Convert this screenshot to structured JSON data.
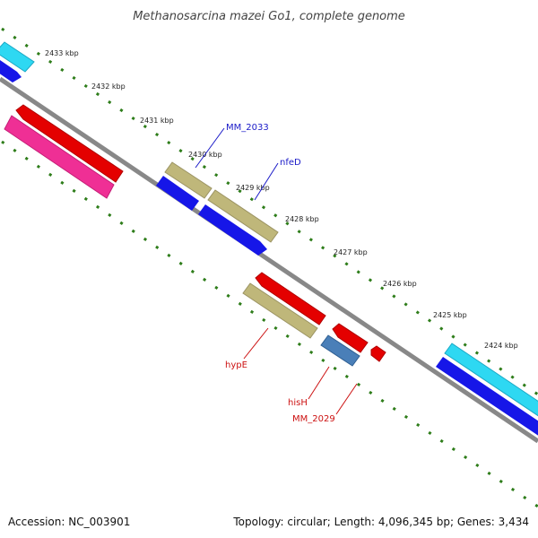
{
  "title": "Methanosarcina mazei Go1, complete genome",
  "footer": {
    "accession": "Accession: NC_003901",
    "topology": "Topology: circular; Length: 4,096,345 bp; Genes: 3,434"
  },
  "ticks": [
    "2433 kbp",
    "2432 kbp",
    "2431 kbp",
    "2430 kbp",
    "2429 kbp",
    "2428 kbp",
    "2427 kbp",
    "2426 kbp",
    "2425 kbp",
    "2424 kbp"
  ],
  "gene_labels": {
    "mm2033": "MM_2033",
    "nfed": "nfeD",
    "hype": "hypE",
    "hish": "hisH",
    "mm2029": "MM_2029"
  },
  "colors": {
    "backbone": "#888888",
    "tick_dots": "#2e7d1a",
    "blue": "#1616e8",
    "red": "#e40000",
    "pink": "#ef2f95",
    "khaki": "#bfb77a",
    "cyan": "#2ed8f2",
    "steelblue": "#4a7fb8",
    "label_blue": "#1a1ac8",
    "label_red": "#cc1111"
  }
}
